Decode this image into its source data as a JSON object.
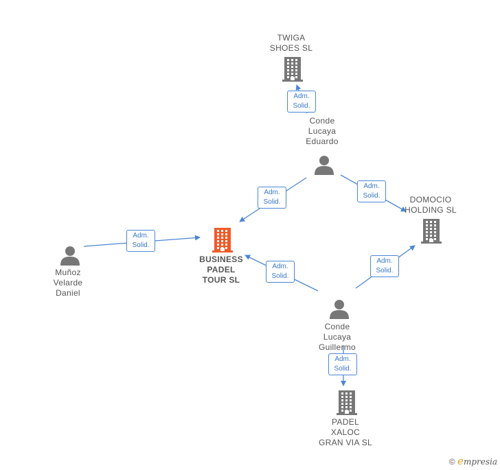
{
  "nodes": [
    {
      "id": "twiga",
      "kind": "company",
      "label": "TWIGA\nSHOES SL",
      "main": false
    },
    {
      "id": "conde_eduardo",
      "kind": "person",
      "label": "Conde\nLucaya\nEduardo",
      "main": false
    },
    {
      "id": "domocio",
      "kind": "company",
      "label": "DOMOCIO\nHOLDING SL",
      "main": false
    },
    {
      "id": "business",
      "kind": "company",
      "label": "BUSINESS\nPADEL\nTOUR SL",
      "main": true
    },
    {
      "id": "munoz",
      "kind": "person",
      "label": "Muñoz\nVelarde\nDaniel",
      "main": false
    },
    {
      "id": "conde_guillermo",
      "kind": "person",
      "label": "Conde\nLucaya\nGuillermo",
      "main": false
    },
    {
      "id": "padel_xaloc",
      "kind": "company",
      "label": "PADEL\nXALOC\nGRAN VIA SL",
      "main": false
    }
  ],
  "edges": [
    {
      "from": "conde_eduardo",
      "to": "twiga",
      "label_1": "Adm.",
      "label_2": "Solid."
    },
    {
      "from": "conde_eduardo",
      "to": "business",
      "label_1": "Adm.",
      "label_2": "Solid."
    },
    {
      "from": "conde_eduardo",
      "to": "domocio",
      "label_1": "Adm.",
      "label_2": "Solid."
    },
    {
      "from": "munoz",
      "to": "business",
      "label_1": "Adm.",
      "label_2": "Solid."
    },
    {
      "from": "conde_guillermo",
      "to": "business",
      "label_1": "Adm.",
      "label_2": "Solid."
    },
    {
      "from": "conde_guillermo",
      "to": "domocio",
      "label_1": "Adm.",
      "label_2": "Solid."
    },
    {
      "from": "conde_guillermo",
      "to": "padel_xaloc",
      "label_1": "Adm.",
      "label_2": "Solid."
    }
  ],
  "colors": {
    "edge": "#4a86d4",
    "main_company": "#f05a28",
    "company": "#777777",
    "person": "#777777"
  },
  "watermark": {
    "copyright": "©",
    "brand_initial": "e",
    "brand_rest": "mpresia"
  }
}
